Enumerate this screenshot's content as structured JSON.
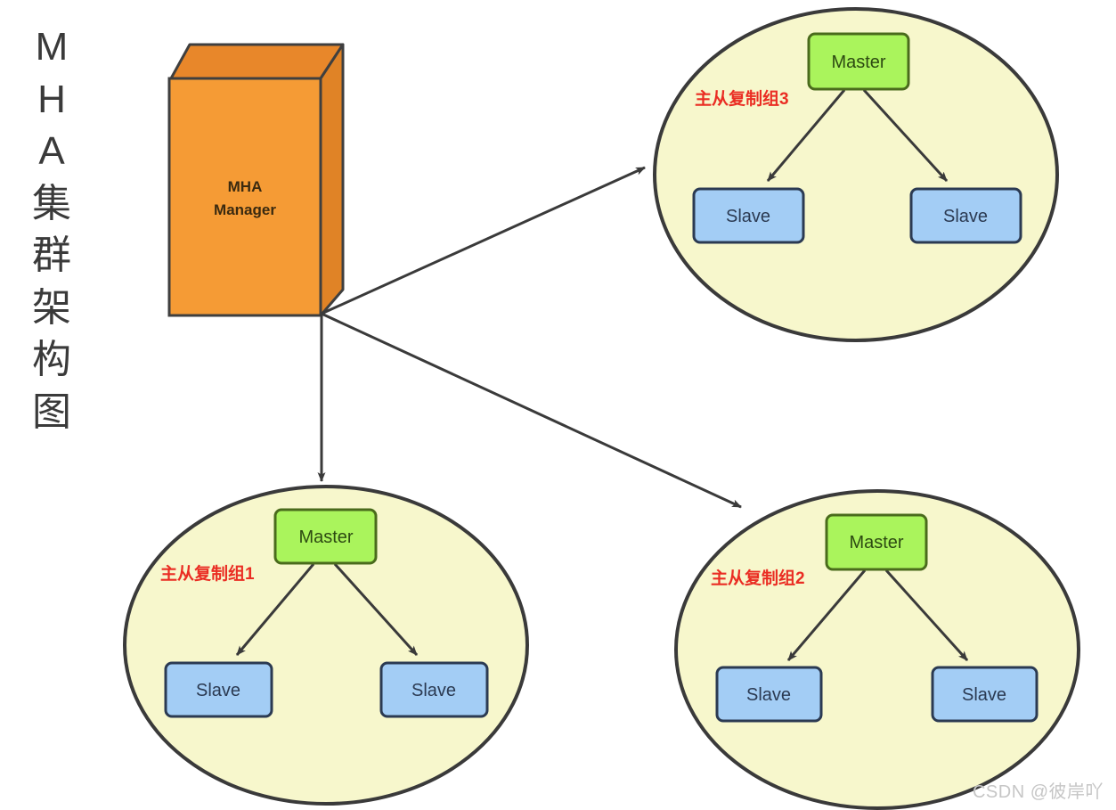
{
  "title": {
    "chars": [
      "M",
      "H",
      "A",
      "集",
      "群",
      "架",
      "构",
      "图"
    ],
    "text": "MHA集群架构图"
  },
  "manager": {
    "name": "mha-manager-box",
    "line1": "MHA",
    "line2": "Manager",
    "fill": "#F59B35",
    "top_fill": "#E8872A",
    "side_fill": "#E28527",
    "stroke": "#3f3f3f"
  },
  "colors": {
    "ellipse_fill": "#F7F7CC",
    "ellipse_stroke": "#3a3a3a",
    "master_fill": "#AAF45C",
    "master_stroke": "#4a6b1c",
    "master_text": "#2d4a12",
    "slave_fill": "#A3CDF5",
    "slave_stroke": "#2b3a52",
    "slave_text": "#2b3a52",
    "group_tag": "#ea2d23",
    "arrow": "#3a3a3a",
    "watermark": "#c6c6c6"
  },
  "groups": [
    {
      "id": "group3",
      "tag": "主从复制组3",
      "master": {
        "label": "Master"
      },
      "slaves": [
        {
          "label": "Slave"
        },
        {
          "label": "Slave"
        }
      ]
    },
    {
      "id": "group1",
      "tag": "主从复制组1",
      "master": {
        "label": "Master"
      },
      "slaves": [
        {
          "label": "Slave"
        },
        {
          "label": "Slave"
        }
      ]
    },
    {
      "id": "group2",
      "tag": "主从复制组2",
      "master": {
        "label": "Master"
      },
      "slaves": [
        {
          "label": "Slave"
        },
        {
          "label": "Slave"
        }
      ]
    }
  ],
  "watermark": "CSDN @彼岸吖"
}
